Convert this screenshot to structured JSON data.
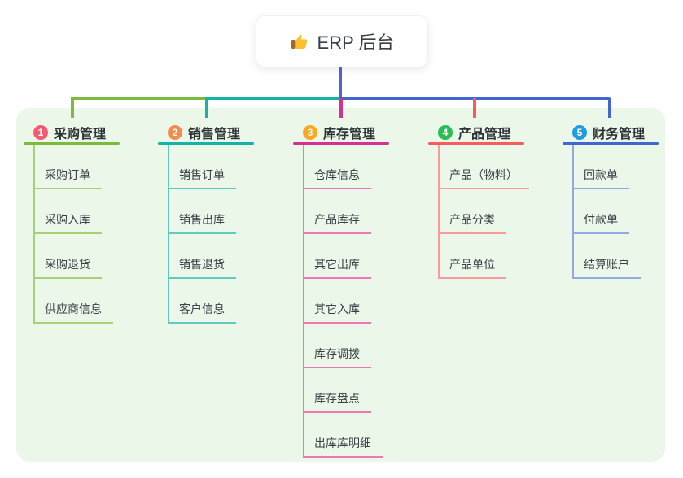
{
  "canvas": {
    "background": "#ffffff",
    "panel_background": "#ebf7e9"
  },
  "root": {
    "label": "ERP 后台",
    "icon": "thumbs-up-icon",
    "connector_color": "#5560d4"
  },
  "branches": [
    {
      "badge": "1",
      "title": "采购管理",
      "colors": {
        "badge": "#f75a70",
        "line": "#7cb93f",
        "light": "#a9d078"
      },
      "children": [
        "采购订单",
        "采购入库",
        "采购退货",
        "供应商信息"
      ]
    },
    {
      "badge": "2",
      "title": "销售管理",
      "colors": {
        "badge": "#f78b4e",
        "line": "#13b3a6",
        "light": "#62c9c0"
      },
      "children": [
        "销售订单",
        "销售出库",
        "销售退货",
        "客户信息"
      ]
    },
    {
      "badge": "3",
      "title": "库存管理",
      "colors": {
        "badge": "#f9a826",
        "line": "#d63190",
        "light": "#ef77b5"
      },
      "children": [
        "仓库信息",
        "产品库存",
        "其它出库",
        "其它入库",
        "库存调拨",
        "库存盘点",
        "出库库明细"
      ]
    },
    {
      "badge": "4",
      "title": "产品管理",
      "colors": {
        "badge": "#27bf53",
        "line": "#f85b5b",
        "light": "#fa9a9a"
      },
      "children": [
        "产品（物料）",
        "产品分类",
        "产品单位"
      ]
    },
    {
      "badge": "5",
      "title": "财务管理",
      "colors": {
        "badge": "#1f9ce2",
        "line": "#4166d3",
        "light": "#93a9e6"
      },
      "children": [
        "回款单",
        "付款单",
        "结算账户"
      ]
    }
  ]
}
